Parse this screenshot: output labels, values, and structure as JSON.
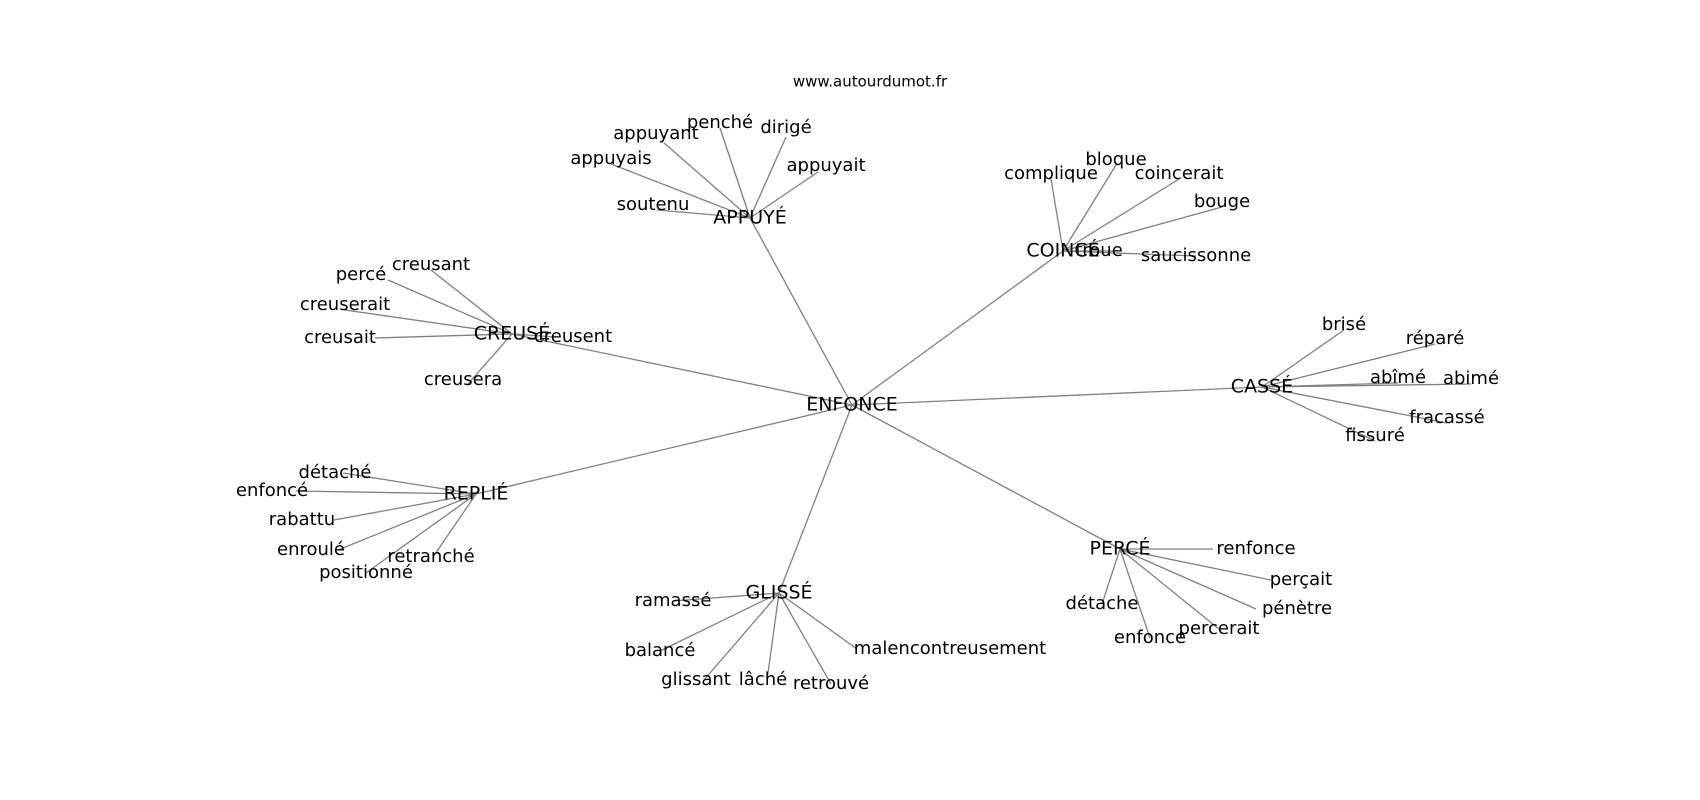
{
  "source_label": "www.autourdumot.fr",
  "center": "ENFONCE",
  "clusters": [
    {
      "id": "appuye",
      "label": "APPUYÉ",
      "words": [
        "appuyant",
        "penché",
        "dirigé",
        "appuyais",
        "appuyait",
        "soutenu"
      ]
    },
    {
      "id": "coince",
      "label": "COINCÉ",
      "words": [
        "complique",
        "bloque",
        "coincerait",
        "bouge",
        "troue",
        "saucissonne"
      ]
    },
    {
      "id": "creuse",
      "label": "CREUSÉ",
      "words": [
        "creusant",
        "percé",
        "creuserait",
        "creusait",
        "creusent",
        "creusera"
      ]
    },
    {
      "id": "casse",
      "label": "CASSÉ",
      "words": [
        "brisé",
        "réparé",
        "abîmé",
        "abimé",
        "fracassé",
        "fissuré"
      ]
    },
    {
      "id": "replie",
      "label": "REPLIÉ",
      "words": [
        "détaché",
        "enfoncé",
        "rabattu",
        "enroulé",
        "retranché",
        "positionné"
      ]
    },
    {
      "id": "glisse",
      "label": "GLISSÉ",
      "words": [
        "ramassé",
        "balancé",
        "glissant",
        "lâché",
        "retrouvé",
        "malencontreusement"
      ]
    },
    {
      "id": "perce",
      "label": "PERCÉ",
      "words": [
        "renfonce",
        "perçait",
        "pénètre",
        "percerait",
        "détache",
        "enfonce"
      ]
    }
  ]
}
